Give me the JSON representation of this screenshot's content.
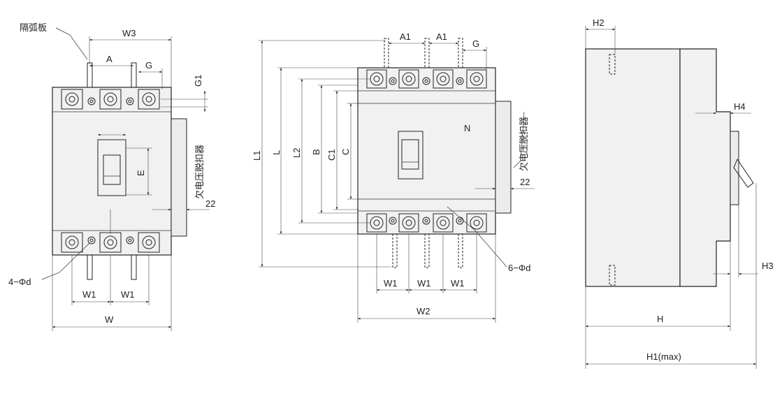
{
  "labels": {
    "arc_barrier": "隔弧板",
    "undervoltage": "欠电压脱扣器",
    "w3": "W3",
    "a": "A",
    "g": "G",
    "g1": "G1",
    "e": "E",
    "dim_22": "22",
    "four_phi_d": "4−Φd",
    "w1": "W1",
    "w": "W",
    "a1": "A1",
    "l1": "L1",
    "l": "L",
    "l2": "L2",
    "b": "B",
    "c1": "C1",
    "c": "C",
    "n": "N",
    "six_phi_d": "6−Φd",
    "w2": "W2",
    "h2": "H2",
    "h4": "H4",
    "h3": "H3",
    "h": "H",
    "h1max": "H1(max)"
  }
}
